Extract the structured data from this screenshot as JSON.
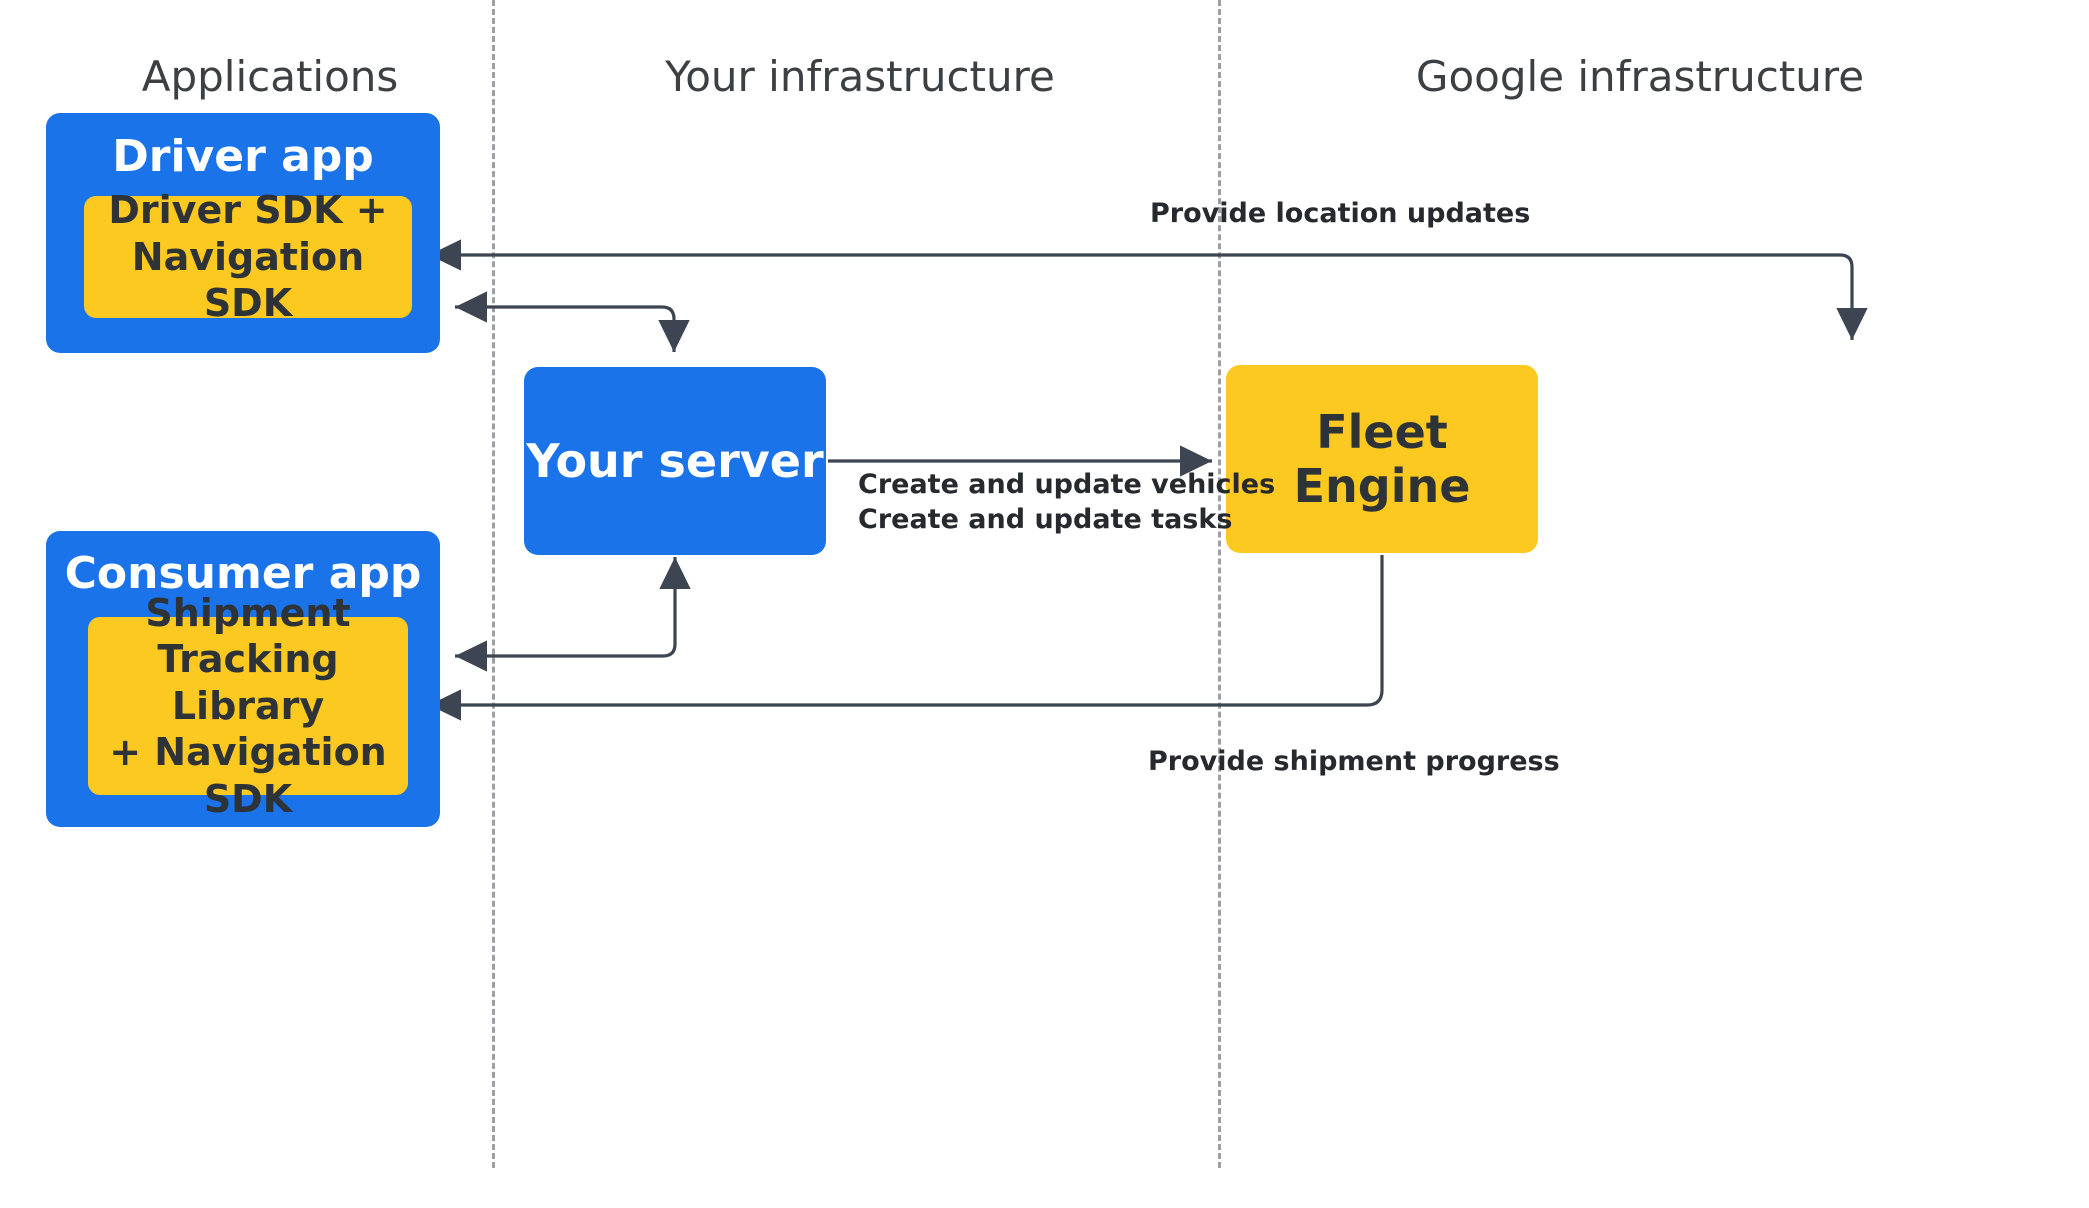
{
  "diagram": {
    "title": "Fleet Engine integration architecture",
    "columns": [
      {
        "id": "applications",
        "label": "Applications"
      },
      {
        "id": "your-infrastructure",
        "label": "Your infrastructure"
      },
      {
        "id": "google-infrastructure",
        "label": "Google infrastructure"
      }
    ],
    "nodes": {
      "driver_app": {
        "title": "Driver app",
        "sdk_label": "Driver SDK +\nNavigation SDK",
        "sdk_lines": [
          "Driver SDK +",
          "Navigation SDK"
        ],
        "color": "#1a73e8",
        "sdk_color": "#fcc920"
      },
      "consumer_app": {
        "title": "Consumer app",
        "sdk_label": "Shipment Tracking Library + Navigation SDK",
        "sdk_lines": [
          "Shipment",
          "Tracking Library",
          "+ Navigation SDK"
        ],
        "color": "#1a73e8",
        "sdk_color": "#fcc920"
      },
      "your_server": {
        "title": "Your server",
        "color": "#1a73e8"
      },
      "fleet_engine": {
        "title": "Fleet Engine",
        "color": "#fcc920"
      }
    },
    "edges": [
      {
        "id": "fleet-to-driver",
        "label": "Provide location updates",
        "from": "fleet_engine",
        "to": "driver_app_sdk",
        "direction": "both"
      },
      {
        "id": "server-to-driver",
        "label": "",
        "from": "your_server",
        "to": "driver_app"
      },
      {
        "id": "server-to-fleet",
        "label": "Create and update vehicles\nCreate and update tasks",
        "label_lines": [
          "Create and update vehicles",
          "Create and update tasks"
        ],
        "from": "your_server",
        "to": "fleet_engine"
      },
      {
        "id": "server-to-consumer",
        "label": "",
        "from": "your_server",
        "to": "consumer_app_sdk"
      },
      {
        "id": "fleet-to-consumer",
        "label": "Provide shipment progress",
        "from": "fleet_engine",
        "to": "consumer_app_sdk"
      }
    ],
    "colors": {
      "blue": "#1a73e8",
      "yellow": "#fcc920",
      "connector": "#3c4551",
      "divider": "#9aa0a6",
      "heading_text": "#3c4043",
      "dark_text": "#2e3338",
      "background": "#ffffff"
    }
  }
}
